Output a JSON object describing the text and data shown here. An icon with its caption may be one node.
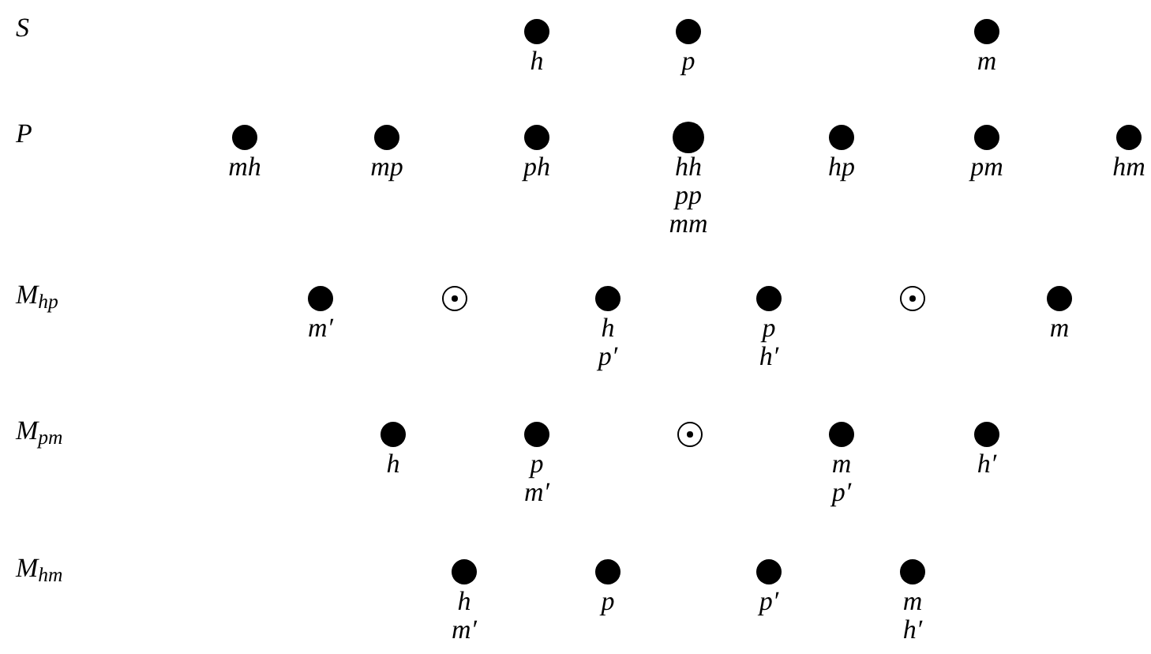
{
  "diagram": {
    "nodes": [
      {
        "text": [],
        "shape": "dot",
        "beside": [
          "h"
        ]
      },
      {
        "text": [],
        "shape": "dot",
        "beside": [
          "p"
        ]
      },
      {
        "text": [],
        "shape": "dot",
        "beside": [
          "m"
        ]
      },
      {
        "text": [],
        "shape": "dot",
        "beside": [
          "mh"
        ]
      },
      {
        "text": [],
        "shape": "dot",
        "beside": [
          "mp"
        ]
      },
      {
        "text": [],
        "shape": "dot",
        "beside": [
          "ph"
        ]
      },
      {
        "text": [],
        "shape": "dot",
        "beside": [
          "hh",
          "pp",
          "mm"
        ]
      },
      {
        "text": [],
        "shape": "dot",
        "beside": [
          "hp"
        ]
      },
      {
        "text": [],
        "shape": "dot",
        "beside": [
          "pm"
        ]
      },
      {
        "text": [],
        "shape": "dot",
        "beside": [
          "hm"
        ]
      },
      {
        "text": [],
        "shape": "dot",
        "beside": [
          "m′"
        ]
      },
      {
        "text": [],
        "shape": "ring"
      },
      {
        "text": [],
        "shape": "dot",
        "beside": [
          "h",
          "p′"
        ]
      },
      {
        "text": [],
        "shape": "dot",
        "beside": [
          "p",
          "h′"
        ]
      },
      {
        "text": [],
        "shape": "ring"
      },
      {
        "text": [],
        "shape": "dot",
        "beside": [
          "m"
        ]
      },
      {
        "text": [],
        "shape": "dot",
        "beside": [
          "h"
        ]
      },
      {
        "text": [],
        "shape": "dot",
        "beside": [
          "p",
          "m′"
        ]
      },
      {
        "text": [],
        "shape": "ring"
      },
      {
        "text": [],
        "shape": "dot",
        "beside": [
          "m",
          "p′"
        ]
      },
      {
        "text": [],
        "shape": "dot",
        "beside": [
          "h′"
        ]
      },
      {
        "text": [],
        "shape": "dot",
        "beside": [
          "h",
          "m′"
        ]
      },
      {
        "text": [],
        "shape": "dot",
        "beside": [
          "p"
        ]
      },
      {
        "text": [],
        "shape": "dot",
        "beside": [
          "p′"
        ]
      },
      {
        "text": [],
        "shape": "dot",
        "beside": [
          "m",
          "h′"
        ]
      }
    ],
    "labels": [
      "S",
      "P",
      "M$_{hp}$",
      "M$_{pm}$",
      "M$_{hm}$"
    ]
  }
}
